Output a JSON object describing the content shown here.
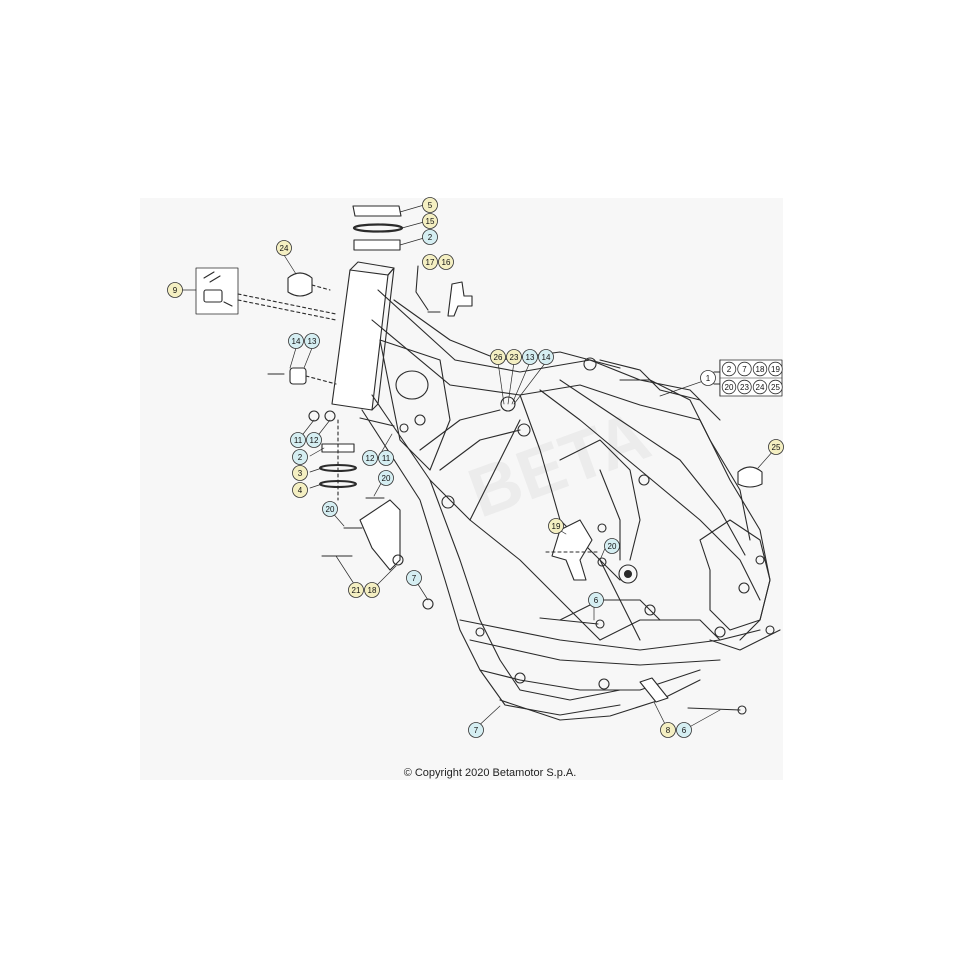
{
  "copyright": "© Copyright 2020 Betamotor S.p.A.",
  "watermark": "BETA",
  "colors": {
    "callout_yellow": "#f4efc2",
    "callout_blue": "#d5eef2",
    "callout_white": "#ffffff",
    "line": "#2b2b2b",
    "panel": "#f7f7f7"
  },
  "callouts": [
    {
      "id": "c-5",
      "label": "5",
      "color": "yellow"
    },
    {
      "id": "c-15",
      "label": "15",
      "color": "yellow"
    },
    {
      "id": "c-2a",
      "label": "2",
      "color": "blue"
    },
    {
      "id": "c-24",
      "label": "24",
      "color": "yellow"
    },
    {
      "id": "c-17",
      "label": "17",
      "color": "yellow"
    },
    {
      "id": "c-16",
      "label": "16",
      "color": "yellow"
    },
    {
      "id": "c-9",
      "label": "9",
      "color": "yellow"
    },
    {
      "id": "c-14a",
      "label": "14",
      "color": "blue"
    },
    {
      "id": "c-13a",
      "label": "13",
      "color": "blue"
    },
    {
      "id": "c-26",
      "label": "26",
      "color": "yellow"
    },
    {
      "id": "c-23",
      "label": "23",
      "color": "yellow"
    },
    {
      "id": "c-13b",
      "label": "13",
      "color": "blue"
    },
    {
      "id": "c-14b",
      "label": "14",
      "color": "blue"
    },
    {
      "id": "c-1",
      "label": "1",
      "color": "white"
    },
    {
      "id": "c-11a",
      "label": "11",
      "color": "blue"
    },
    {
      "id": "c-12a",
      "label": "12",
      "color": "blue"
    },
    {
      "id": "c-2b",
      "label": "2",
      "color": "blue"
    },
    {
      "id": "c-12b",
      "label": "12",
      "color": "blue"
    },
    {
      "id": "c-11b",
      "label": "11",
      "color": "blue"
    },
    {
      "id": "c-3",
      "label": "3",
      "color": "yellow"
    },
    {
      "id": "c-4",
      "label": "4",
      "color": "yellow"
    },
    {
      "id": "c-20a",
      "label": "20",
      "color": "blue"
    },
    {
      "id": "c-20b",
      "label": "20",
      "color": "blue"
    },
    {
      "id": "c-25",
      "label": "25",
      "color": "yellow"
    },
    {
      "id": "c-19",
      "label": "19",
      "color": "yellow"
    },
    {
      "id": "c-20c",
      "label": "20",
      "color": "blue"
    },
    {
      "id": "c-21",
      "label": "21",
      "color": "yellow"
    },
    {
      "id": "c-18",
      "label": "18",
      "color": "yellow"
    },
    {
      "id": "c-7a",
      "label": "7",
      "color": "blue"
    },
    {
      "id": "c-6a",
      "label": "6",
      "color": "blue"
    },
    {
      "id": "c-7b",
      "label": "7",
      "color": "blue"
    },
    {
      "id": "c-8",
      "label": "8",
      "color": "yellow"
    },
    {
      "id": "c-6b",
      "label": "6",
      "color": "blue"
    }
  ],
  "kit_table": {
    "row1": [
      "2",
      "7",
      "18",
      "19"
    ],
    "row2": [
      "20",
      "23",
      "24",
      "25"
    ]
  }
}
